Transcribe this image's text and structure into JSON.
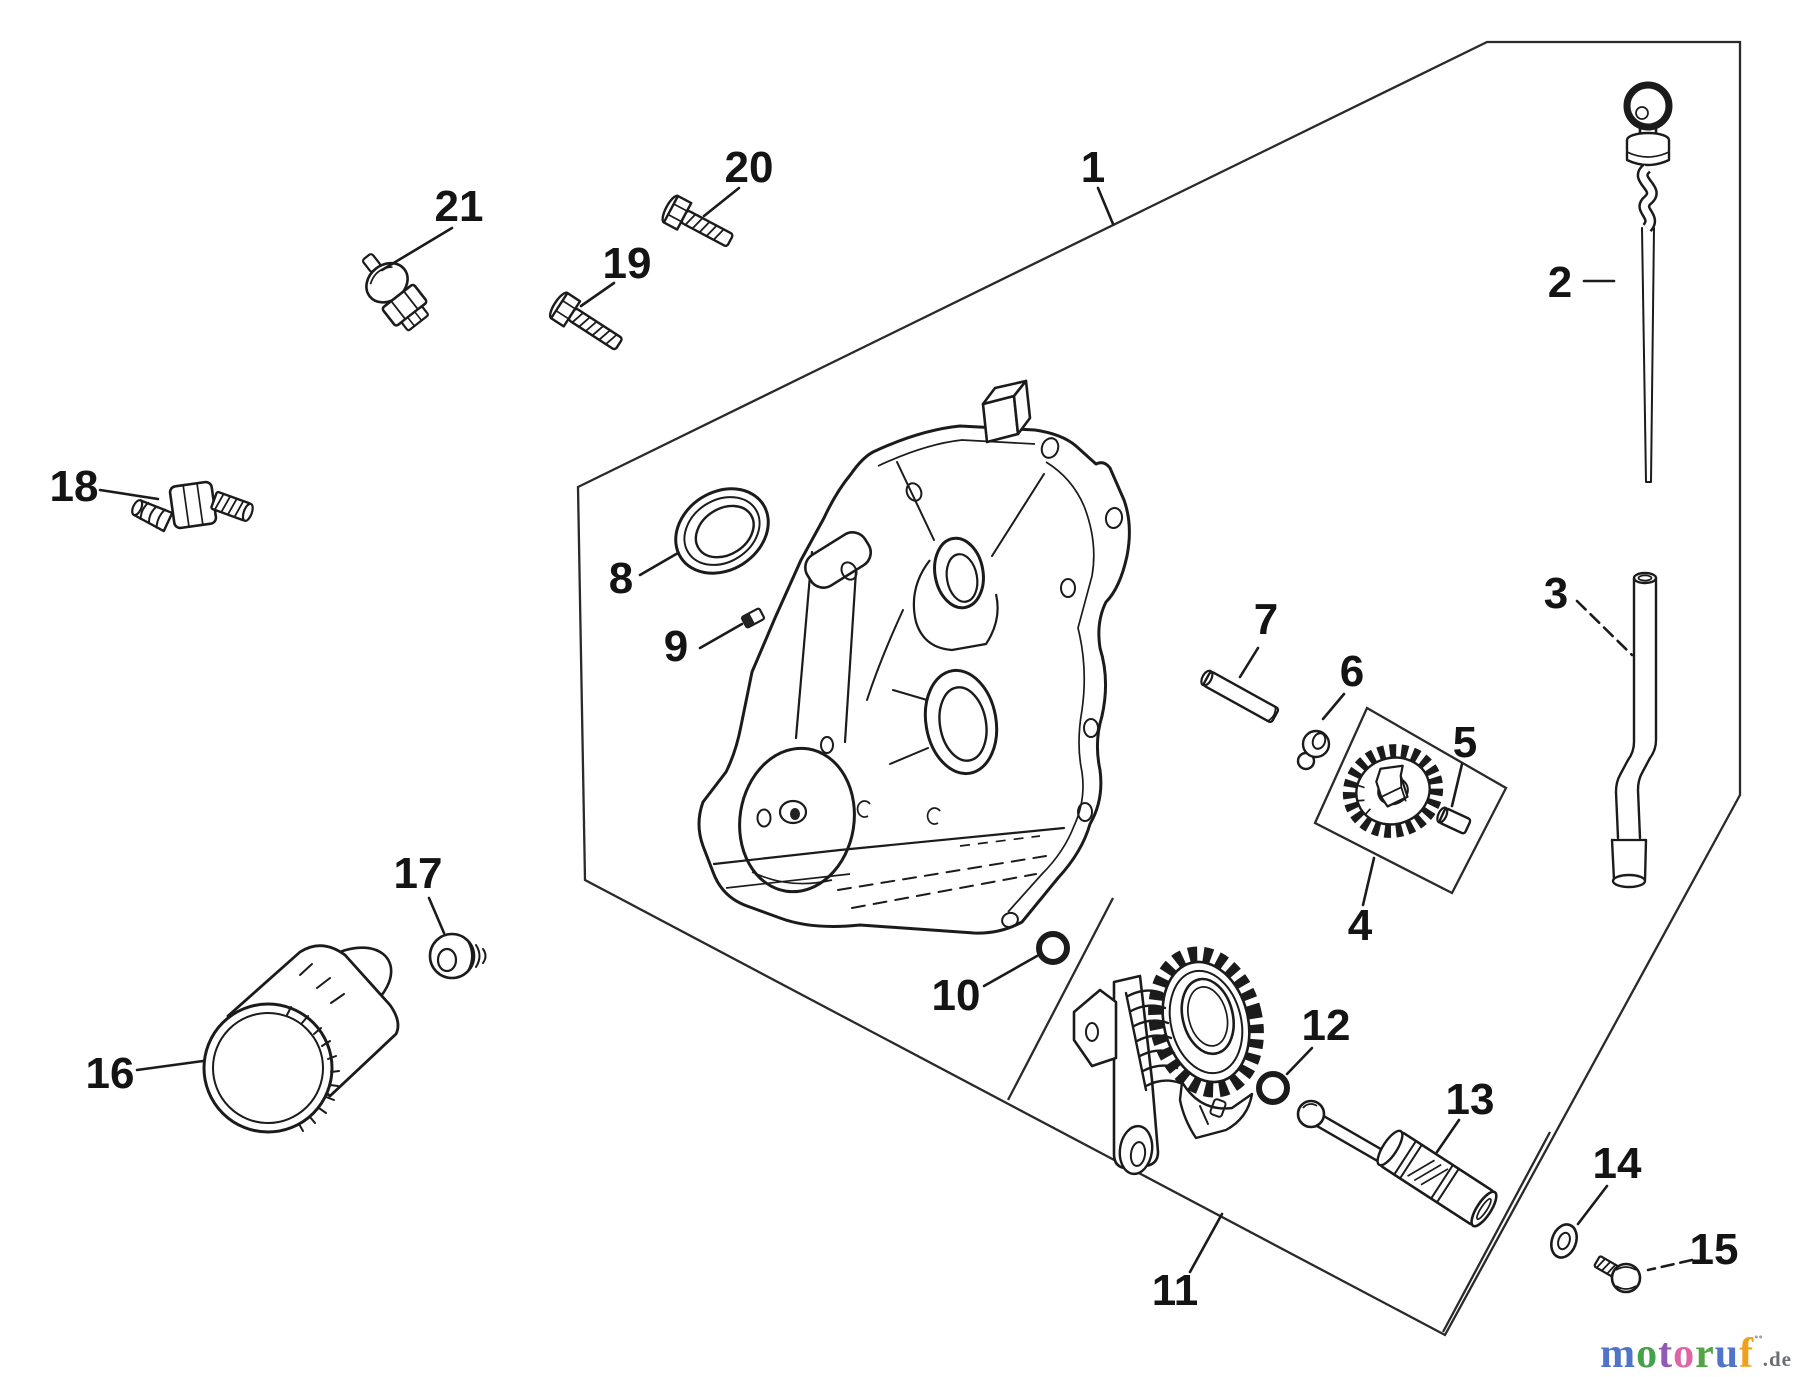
{
  "diagram": {
    "part_labels": [
      "1",
      "2",
      "3",
      "4",
      "5",
      "6",
      "7",
      "8",
      "9",
      "10",
      "11",
      "12",
      "13",
      "14",
      "15",
      "16",
      "17",
      "18",
      "19",
      "20",
      "21"
    ]
  },
  "logo": {
    "letters": [
      {
        "char": "m",
        "color": "#4f74c8"
      },
      {
        "char": "o",
        "color": "#46a24a"
      },
      {
        "char": "t",
        "color": "#8f5bb5"
      },
      {
        "char": "o",
        "color": "#e064a8"
      },
      {
        "char": "r",
        "color": "#52a447"
      },
      {
        "char": "u",
        "color": "#4f74c8"
      },
      {
        "char": "f",
        "color": "#f0a11c"
      }
    ],
    "mark": "¨",
    "mark_color": "#9aa0a6",
    "suffix": ".de",
    "suffix_color": "#6b6f73"
  }
}
